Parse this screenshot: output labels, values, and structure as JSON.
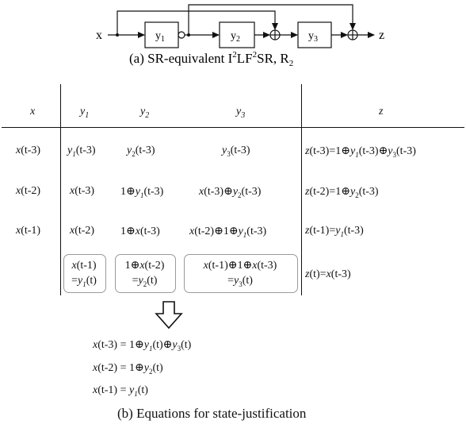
{
  "circuit": {
    "input_label": "x",
    "output_label": "z",
    "blocks": [
      "y1",
      "y2",
      "y3"
    ],
    "caption": "(a) SR-equivalent I²LF²SR, R₂"
  },
  "table": {
    "headers": [
      "x",
      "y1",
      "y2",
      "y3",
      "z"
    ],
    "rows": [
      [
        "x(t-3)",
        "y1(t-3)",
        "y2(t-3)",
        "y3(t-3)",
        "z(t-3)=1⊕y1(t-3)⊕y3(t-3)"
      ],
      [
        "x(t-2)",
        "x(t-3)",
        "1⊕y1(t-3)",
        "x(t-3)⊕y2(t-3)",
        "z(t-2)=1⊕y2(t-3)"
      ],
      [
        "x(t-1)",
        "x(t-2)",
        "1⊕x(t-3)",
        "x(t-2)⊕1⊕y1(t-3)",
        "z(t-1)=y1(t-3)"
      ],
      [
        "",
        "x(t-1) =y1(t)",
        "1⊕x(t-2) =y2(t)",
        "x(t-1)⊕1⊕x(t-3) =y3(t)",
        "z(t)=x(t-3)"
      ]
    ]
  },
  "equations": [
    "x(t-3) = 1⊕y1(t)⊕y3(t)",
    "x(t-2) = 1⊕y2(t)",
    "x(t-1) = y1(t)"
  ],
  "caption_b": "(b) Equations for state-justification"
}
